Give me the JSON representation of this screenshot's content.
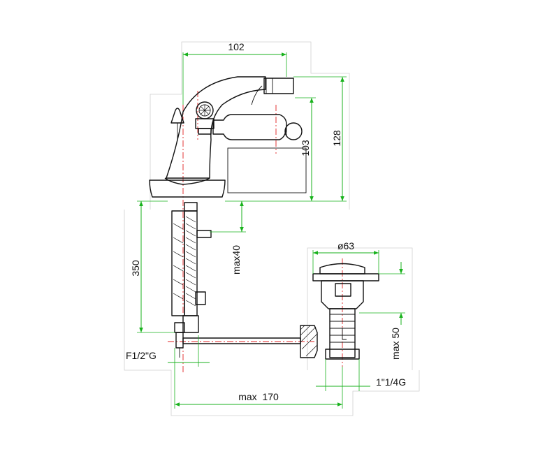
{
  "dimensions": {
    "width_top": "102",
    "height_128": "128",
    "height_103": "103",
    "max40": "max40",
    "height_350": "350",
    "diameter_63": "ø63",
    "max50": "max 50",
    "inlet_thread": "F1/2\"G",
    "waste_thread": "1\"1/4G",
    "max170": "max  170"
  },
  "colors": {
    "dimension_line": "#19b21d",
    "center_line": "#e02020",
    "outline": "#111111",
    "frame": "#cfcfcf"
  }
}
